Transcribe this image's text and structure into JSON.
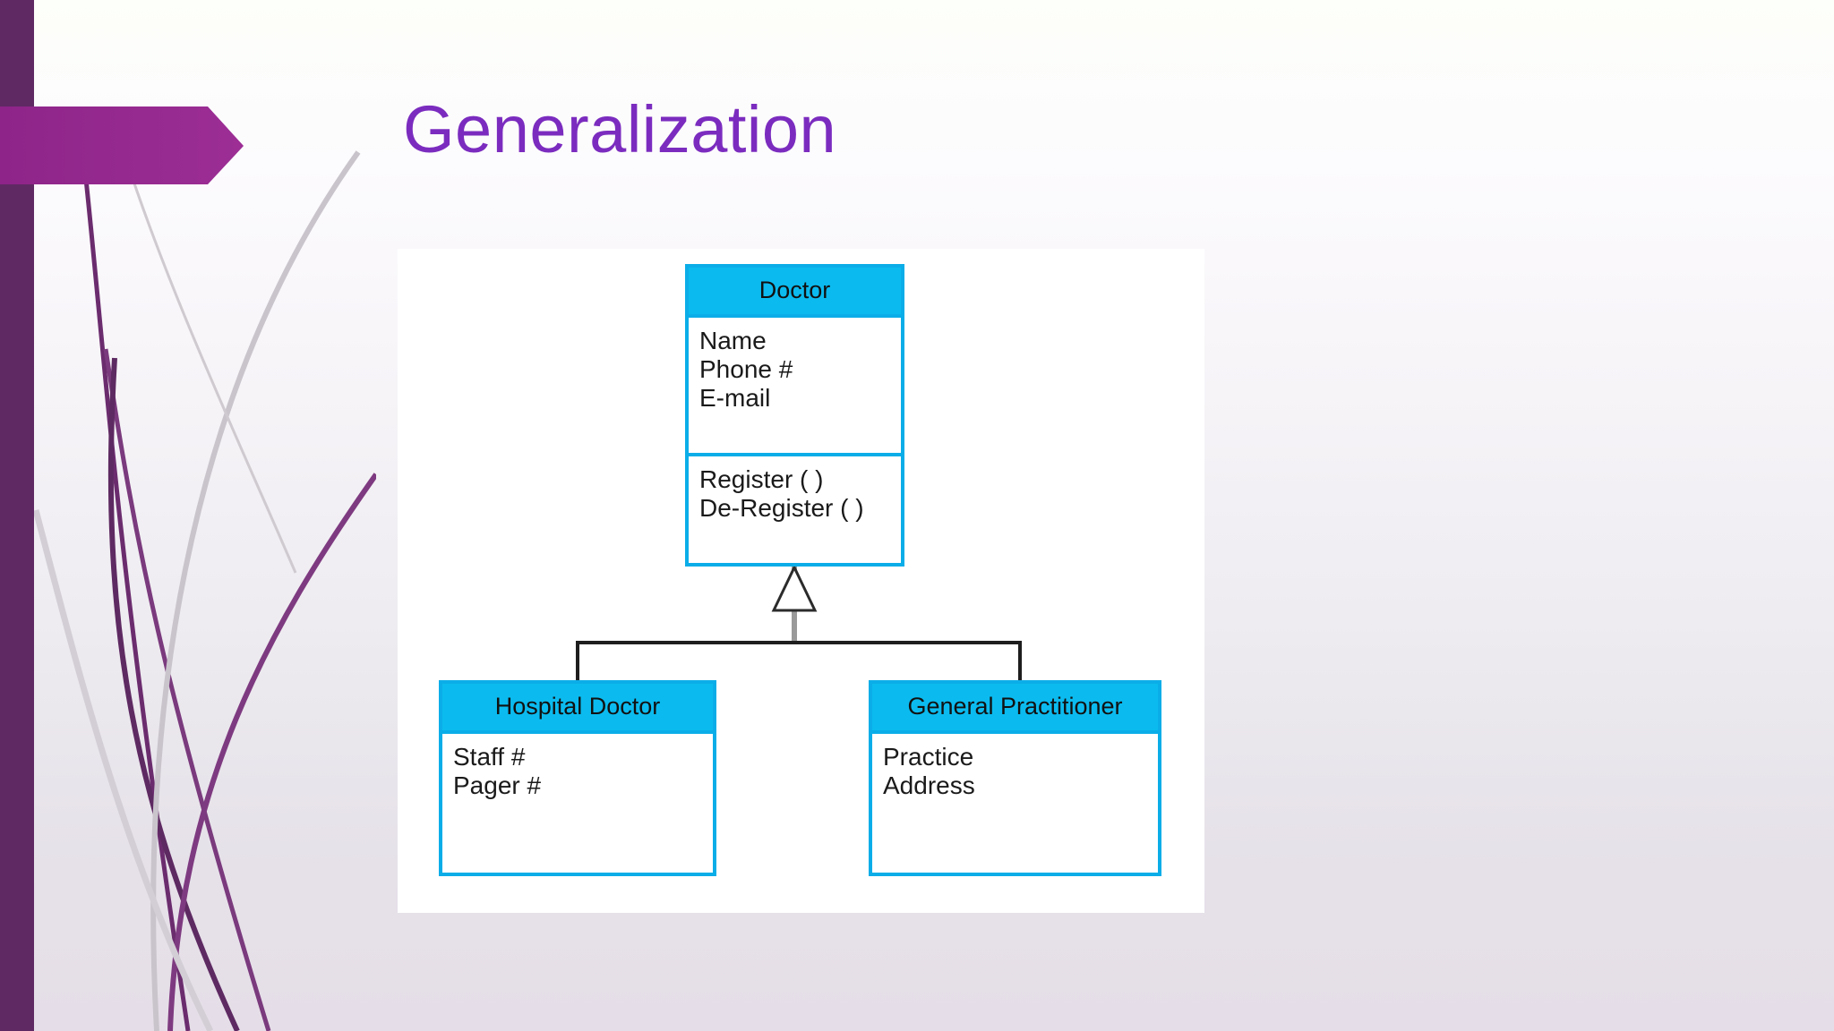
{
  "slide": {
    "title": "Generalization",
    "title_color": "#7B2CBF",
    "accent_color": "#0BBBEF",
    "banner_color": "#96288F",
    "left_bar_color": "#5F2A63"
  },
  "diagram": {
    "type": "uml-class-generalization",
    "relationship": "generalization",
    "superclass": {
      "name": "Doctor",
      "attributes": [
        "Name",
        "Phone #",
        "E-mail"
      ],
      "operations": [
        "Register ( )",
        "De-Register ( )"
      ]
    },
    "subclasses": [
      {
        "name": "Hospital Doctor",
        "attributes": [
          "Staff #",
          "Pager #"
        ],
        "operations": []
      },
      {
        "name": "General Practitioner",
        "attributes": [
          "Practice",
          "Address"
        ],
        "operations": []
      }
    ]
  }
}
